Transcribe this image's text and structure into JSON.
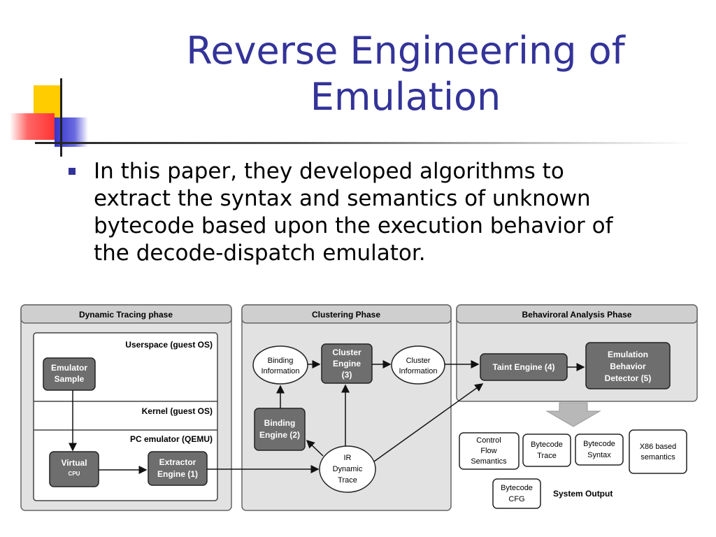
{
  "slide": {
    "title_line1": "Reverse Engineering of",
    "title_line2": "Emulation",
    "bullet": "In this paper, they developed algorithms to extract the syntax and semantics of unknown bytecode based upon the execution behavior of the decode-dispatch emulator."
  },
  "diagram": {
    "phase_dynamic": "Dynamic Tracing phase",
    "phase_clustering": "Clustering Phase",
    "phase_behavioral": "Behaviroral Analysis Phase",
    "userspace": "Userspace (guest OS)",
    "kernel": "Kernel (guest OS)",
    "pc_emulator": "PC emulator (QEMU)",
    "emulator_sample": [
      "Emulator",
      "Sample"
    ],
    "virtual_cpu": [
      "Virtual",
      "CPU"
    ],
    "extractor_engine": [
      "Extractor",
      "Engine (1)"
    ],
    "binding_information": [
      "Binding",
      "Information"
    ],
    "cluster_engine": [
      "Cluster",
      "Engine",
      "(3)"
    ],
    "cluster_information": [
      "Cluster",
      "Information"
    ],
    "binding_engine": [
      "Binding",
      "Engine (2)"
    ],
    "ir_trace": [
      "IR",
      "Dynamic",
      "Trace"
    ],
    "taint_engine": "Taint Engine (4)",
    "emulation_detector": [
      "Emulation",
      "Behavior",
      "Detector (5)"
    ],
    "out_control_flow": [
      "Control",
      "Flow",
      "Semantics"
    ],
    "out_bytecode_trace": [
      "Bytecode",
      "Trace"
    ],
    "out_bytecode_syntax": [
      "Bytecode",
      "Syntax"
    ],
    "out_x86": [
      "X86 based",
      "semantics"
    ],
    "out_bytecode_cfg": [
      "Bytecode",
      "CFG"
    ],
    "system_output": "System Output"
  }
}
